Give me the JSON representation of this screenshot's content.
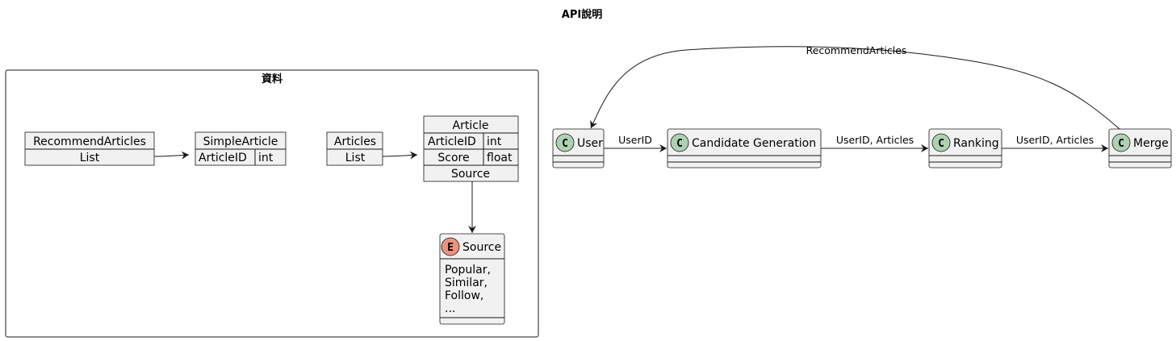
{
  "title": "API說明",
  "package": {
    "label": "資料"
  },
  "tables": {
    "recommend_articles": {
      "name": "RecommendArticles",
      "row": "List"
    },
    "simple_article": {
      "name": "SimpleArticle",
      "field": "ArticleID",
      "type": "int"
    },
    "articles": {
      "name": "Articles",
      "row": "List"
    },
    "article": {
      "name": "Article",
      "fields": [
        {
          "field": "ArticleID",
          "type": "int"
        },
        {
          "field": "Score",
          "type": "float"
        }
      ],
      "source_row": "Source"
    }
  },
  "enum_source": {
    "icon_letter": "E",
    "name": "Source",
    "values": [
      "Popular,",
      "Similar,",
      "Follow,",
      "..."
    ]
  },
  "classes": {
    "icon_letter": "C",
    "user": "User",
    "candidate_generation": "Candidate Generation",
    "ranking": "Ranking",
    "merge": "Merge"
  },
  "edges": {
    "user_to_candidate": "UserID",
    "candidate_to_ranking": "UserID, Articles",
    "ranking_to_merge": "UserID, Articles",
    "merge_to_user": "RecommendArticles"
  },
  "colors": {
    "class_icon": "#add1b2",
    "enum_icon": "#eb937f",
    "box_fill": "#f1f1f1",
    "stroke": "#181818"
  }
}
